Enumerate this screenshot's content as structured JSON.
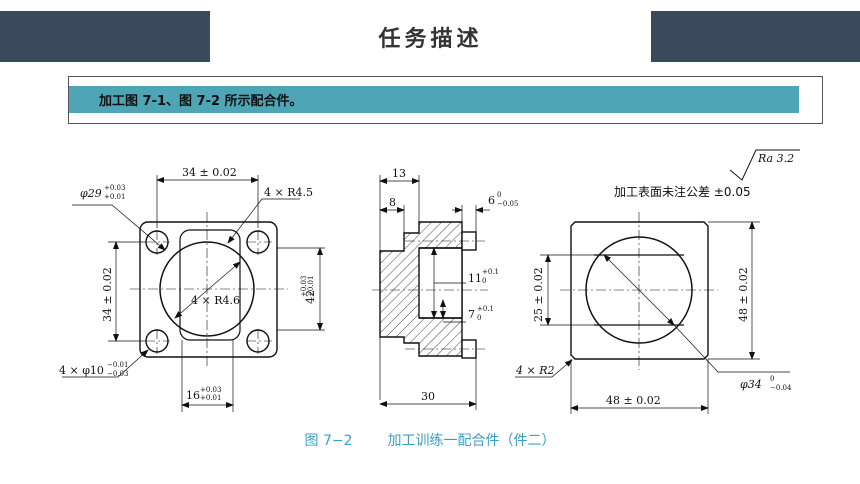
{
  "header": {
    "title": "任务描述"
  },
  "task": {
    "text": "加工图 7-1、图 7-2 所示配合件。"
  },
  "drawing": {
    "left_view": {
      "dim_top": "34 ± 0.02",
      "dim_left": "34 ± 0.02",
      "dim_right": "42",
      "dim_right_tol_upper": "+0.03",
      "dim_right_tol_lower": "+0.01",
      "dim_bottom": "16",
      "dim_bottom_tol_upper": "+0.03",
      "dim_bottom_tol_lower": "+0.01",
      "phi29": "φ29",
      "phi29_tol_upper": "+0.03",
      "phi29_tol_lower": "+0.01",
      "corner_r": "4 × R4.5",
      "inner_r": "4 × R4.6",
      "holes": "4 × φ10",
      "holes_tol_upper": "−0.01",
      "holes_tol_lower": "−0.03"
    },
    "section_view": {
      "dim_13": "13",
      "dim_8": "8",
      "dim_6": "6",
      "dim_6_tol_upper": "0",
      "dim_6_tol_lower": "−0.05",
      "dim_11": "11",
      "dim_11_tol_upper": "+0.1",
      "dim_11_tol_lower": "0",
      "dim_7": "7",
      "dim_7_tol_upper": "+0.1",
      "dim_7_tol_lower": "0",
      "dim_30": "30"
    },
    "right_view": {
      "roughness": "Ra 3.2",
      "tolerance_note": "加工表面未注公差 ±0.05",
      "dim_25": "25 ± 0.02",
      "dim_48_right": "48 ± 0.02",
      "dim_48_bottom": "48 ± 0.02",
      "corner_r": "4 × R2",
      "phi34": "φ34",
      "phi34_tol_upper": "0",
      "phi34_tol_lower": "−0.04"
    }
  },
  "caption": {
    "figure_no": "图 7−2",
    "title": "加工训练一配合件（件二）"
  }
}
